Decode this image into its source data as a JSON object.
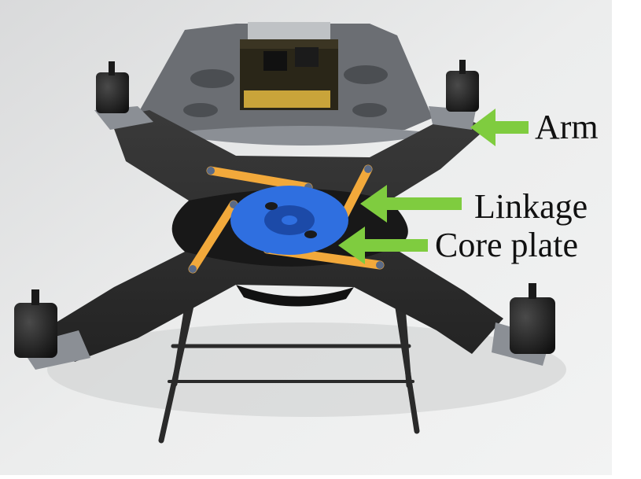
{
  "labels": {
    "arm": "Arm",
    "linkage": "Linkage",
    "core_plate": "Core plate"
  },
  "colors": {
    "arrow": "#7fcc3f",
    "frame": "#2d2d2d",
    "linkage": "#f2a93b",
    "core_plate": "#2f6fe0",
    "top_plate": "#6b6e73",
    "mount": "#8b8f95",
    "motor": "#1f1f1f",
    "background": "#e6e7e8",
    "text": "#111111"
  }
}
